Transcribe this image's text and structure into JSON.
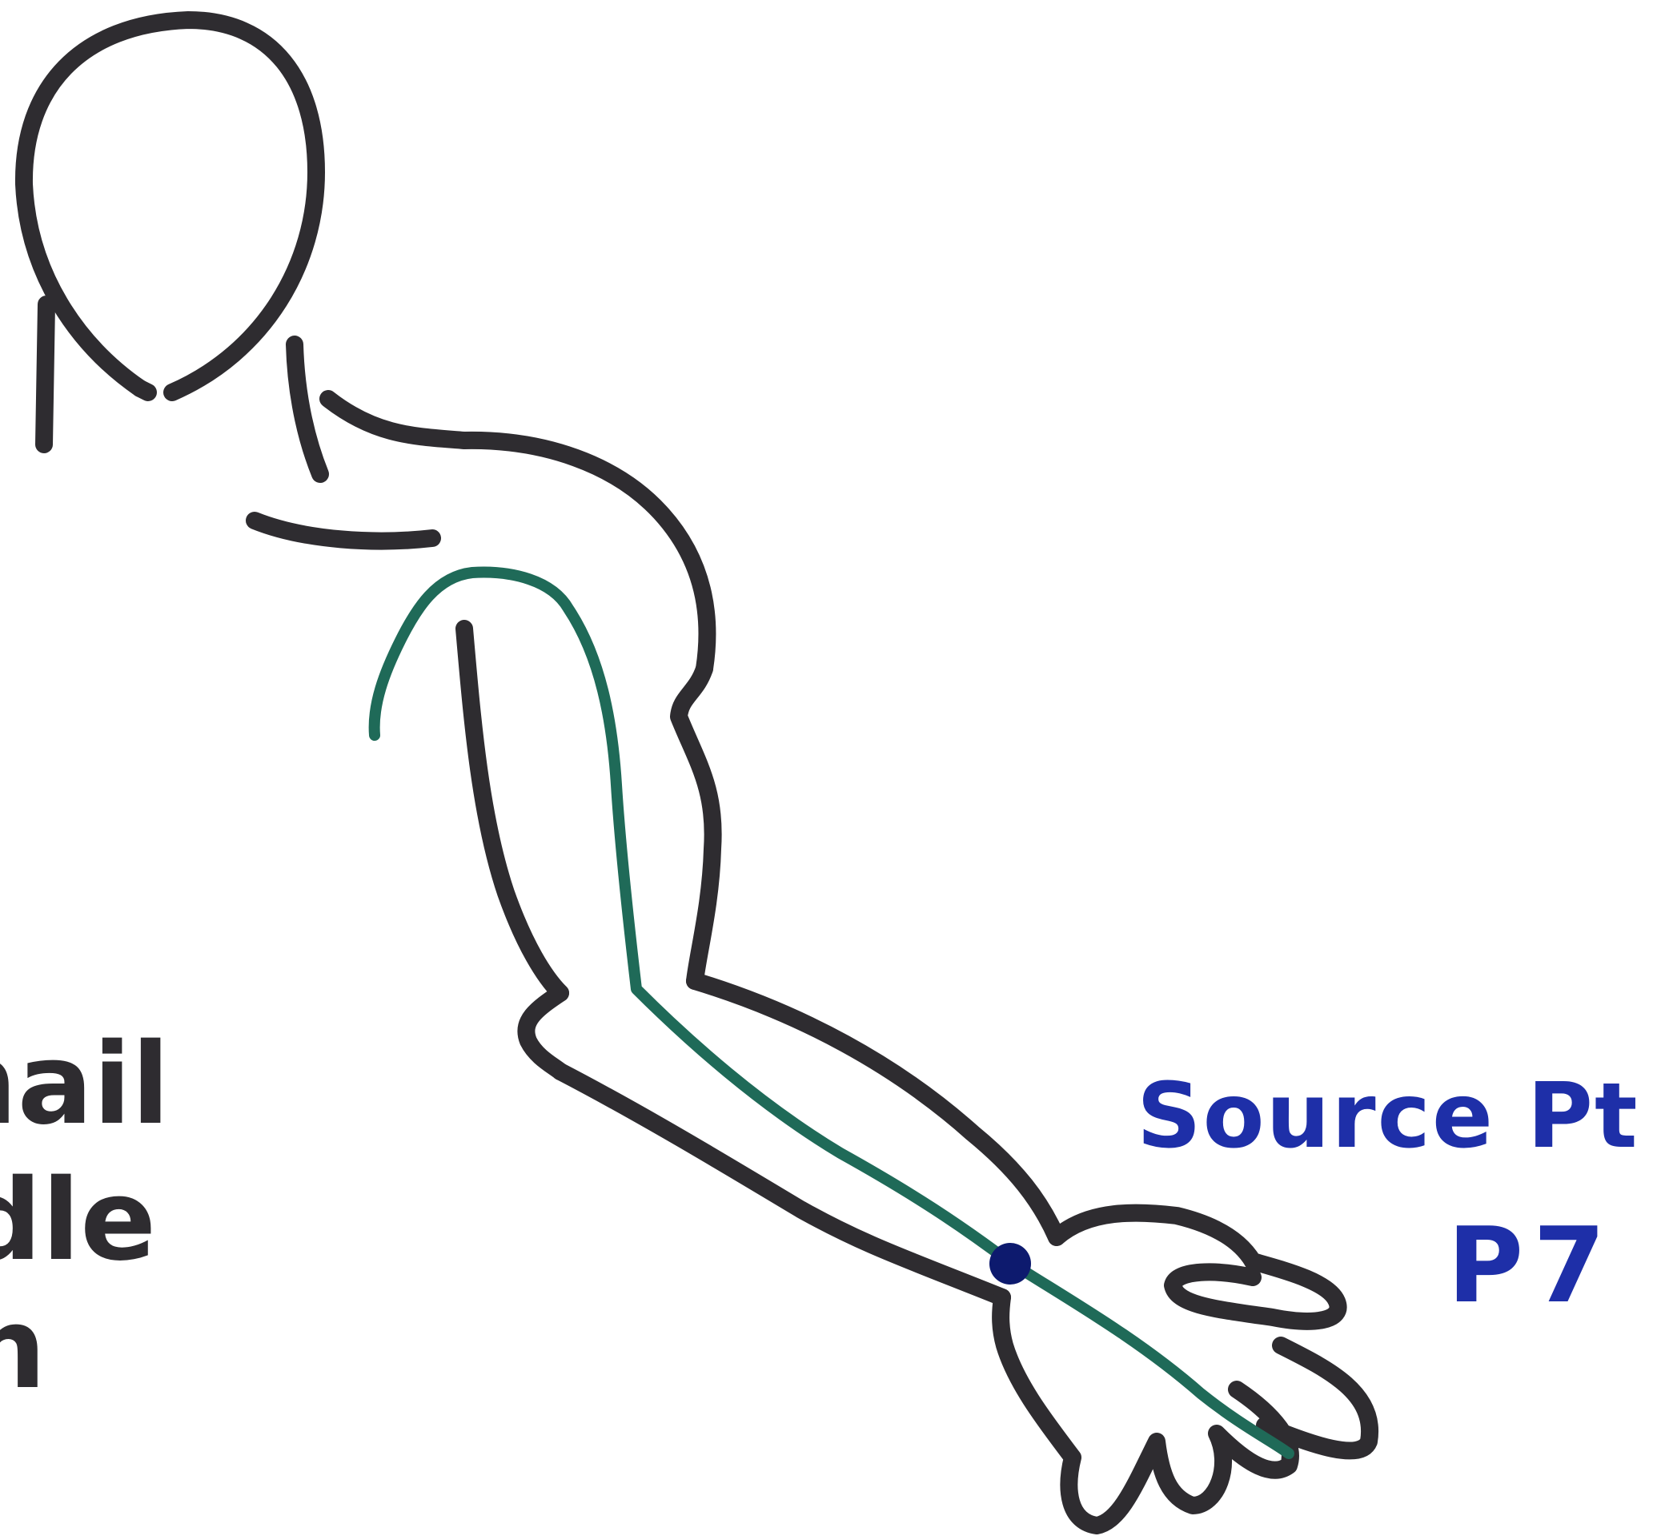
{
  "labels": {
    "source": "Source Pt",
    "point": "P7"
  },
  "left_fragments": [
    "nail",
    "dle",
    "n"
  ],
  "colors": {
    "outline": "#2e2c30",
    "meridian": "#1f6a58",
    "point_marker": "#0d1a6e",
    "label_text": "#1e2fa8",
    "fragment_text": "#2e2c30"
  }
}
